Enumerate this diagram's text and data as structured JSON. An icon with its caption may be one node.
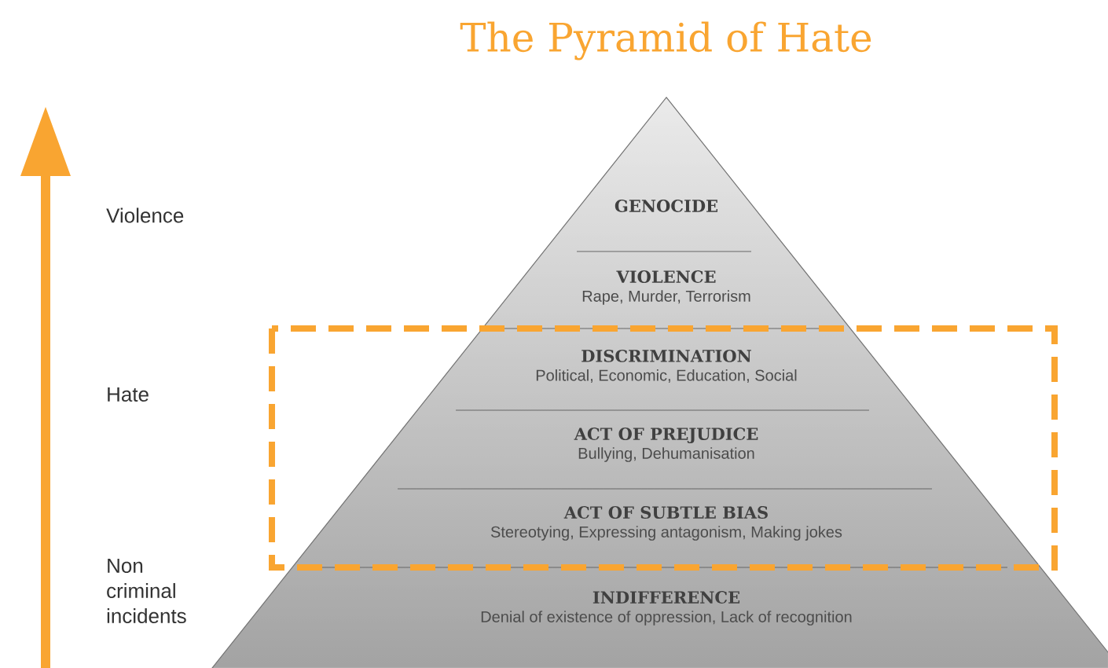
{
  "diagram": {
    "title": "The Pyramid of Hate",
    "nodes": [
      {
        "text": [
          "GENOCIDE"
        ]
      },
      {
        "text": [
          "VIOLENCE",
          "Rape, Murder, Terrorism"
        ]
      },
      {
        "text": [
          "DISCRIMINATION",
          "Political, Economic, Education, Social"
        ]
      },
      {
        "text": [
          "ACT OF PREJUDICE",
          "Bullying, Dehumanisation"
        ]
      },
      {
        "text": [
          "ACT OF SUBTLE BIAS",
          "Stereotying, Expressing antagonism, Making jokes"
        ]
      },
      {
        "text": [
          "INDIFFERENCE",
          "Denial of existence of oppression, Lack of recognition"
        ]
      }
    ],
    "labels": [
      "Violence",
      "Hate",
      "Non criminal incidents"
    ]
  }
}
